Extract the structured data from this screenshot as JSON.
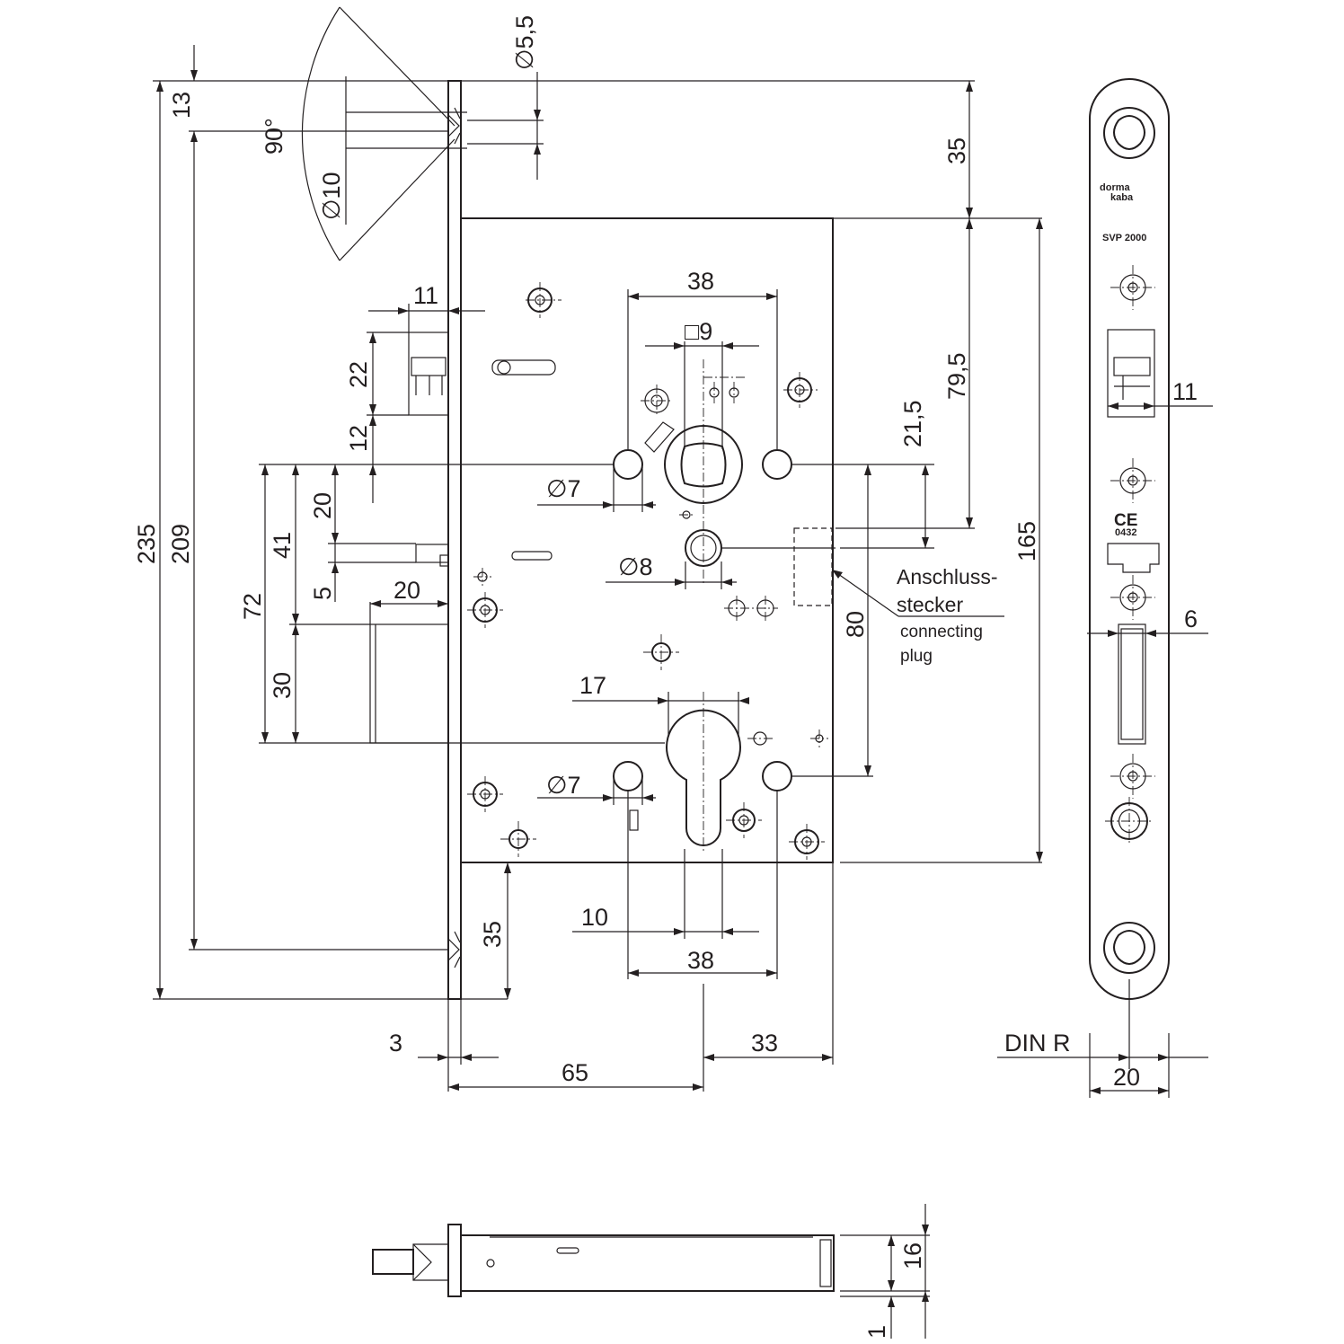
{
  "dims": {
    "d55": "∅5,5",
    "n13": "13",
    "a90": "90°",
    "d10": "∅10",
    "n35top": "35",
    "n38top": "38",
    "sq9": "□9",
    "n11": "11",
    "n22": "22",
    "n12": "12",
    "n795": "79,5",
    "n215": "21,5",
    "n235": "235",
    "n209": "209",
    "n20v": "20",
    "n41": "41",
    "n72": "72",
    "n5": "5",
    "n20h": "20",
    "n30": "30",
    "d7a": "∅7",
    "d8": "∅8",
    "n165": "165",
    "n80": "80",
    "n17": "17",
    "d7b": "∅7",
    "n10": "10",
    "n35bot": "35",
    "n38bot": "38",
    "n3": "3",
    "n65": "65",
    "n33": "33",
    "n11r": "11",
    "n6": "6",
    "n20r": "20",
    "n16": "16",
    "n1": "1"
  },
  "labels": {
    "anschluss1": "Anschluss-",
    "anschluss2": "stecker",
    "connecting1": "connecting",
    "connecting2": "plug",
    "din": "DIN R"
  },
  "faceplate": {
    "brand1": "dorma",
    "brand2": "kaba",
    "model": "SVP 2000",
    "ce": "CE",
    "cert": "0432"
  }
}
